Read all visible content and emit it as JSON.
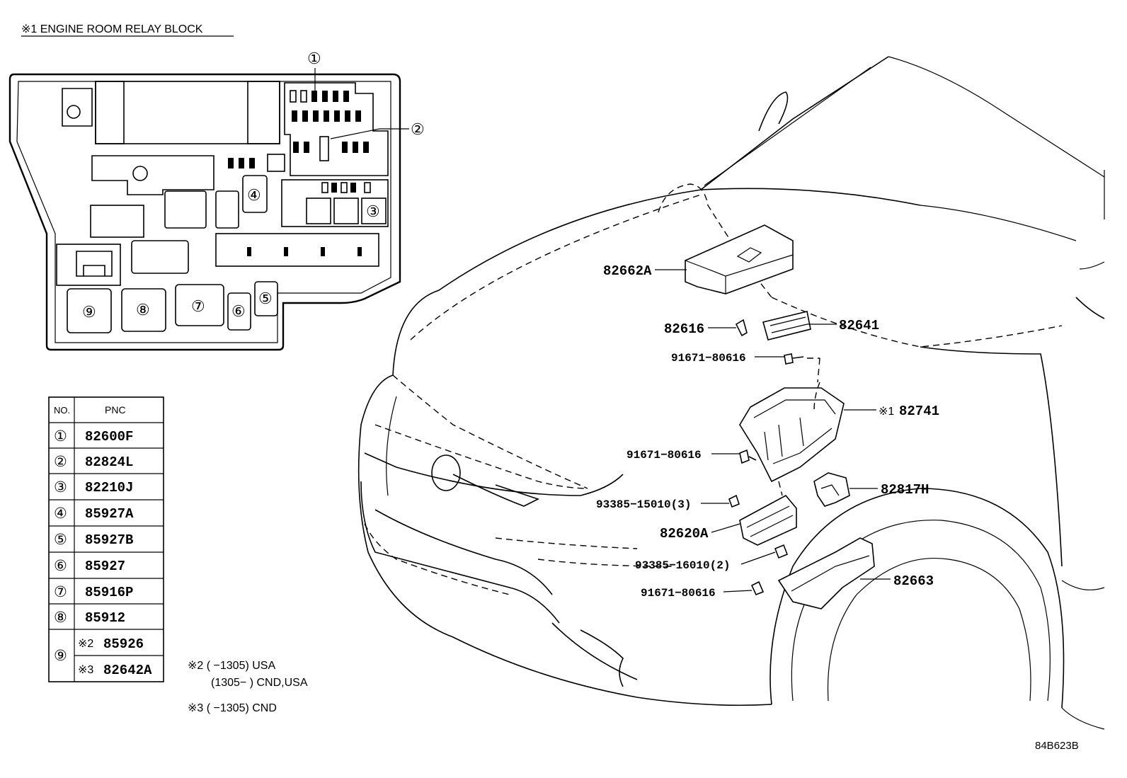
{
  "title": "※1 ENGINE ROOM RELAY BLOCK",
  "relay_block_callouts": [
    "①",
    "②",
    "③",
    "④",
    "⑤",
    "⑥",
    "⑦",
    "⑧",
    "⑨"
  ],
  "table": {
    "header_no": "NO.",
    "header_pnc": "PNC",
    "rows": [
      {
        "no": "①",
        "pnc": "82600F"
      },
      {
        "no": "②",
        "pnc": "82824L"
      },
      {
        "no": "③",
        "pnc": "82210J"
      },
      {
        "no": "④",
        "pnc": "85927A"
      },
      {
        "no": "⑤",
        "pnc": "85927B"
      },
      {
        "no": "⑥",
        "pnc": "85927"
      },
      {
        "no": "⑦",
        "pnc": "85916P"
      },
      {
        "no": "⑧",
        "pnc": "85912"
      },
      {
        "no": "⑨",
        "pnc_a": "85926",
        "note_a": "※2",
        "pnc_b": "82642A",
        "note_b": "※3"
      }
    ]
  },
  "notes": {
    "n2_line1": "※2 (        −1305) USA",
    "n2_line2": "(1305−        ) CND,USA",
    "n3_line1": "※3 (        −1305) CND"
  },
  "parts": {
    "p82662A": "82662A",
    "p82616": "82616",
    "p82641": "82641",
    "p91671_top": "91671−80616",
    "p82741_mark": "※1",
    "p82741": "82741",
    "p91671_mid": "91671−80616",
    "p93385_15010": "93385−15010(3)",
    "p82817H": "82817H",
    "p82620A": "82620A",
    "p93385_16010": "93385−16010(2)",
    "p82663": "82663",
    "p91671_bot": "91671−80616"
  },
  "figure_id": "84B623B"
}
